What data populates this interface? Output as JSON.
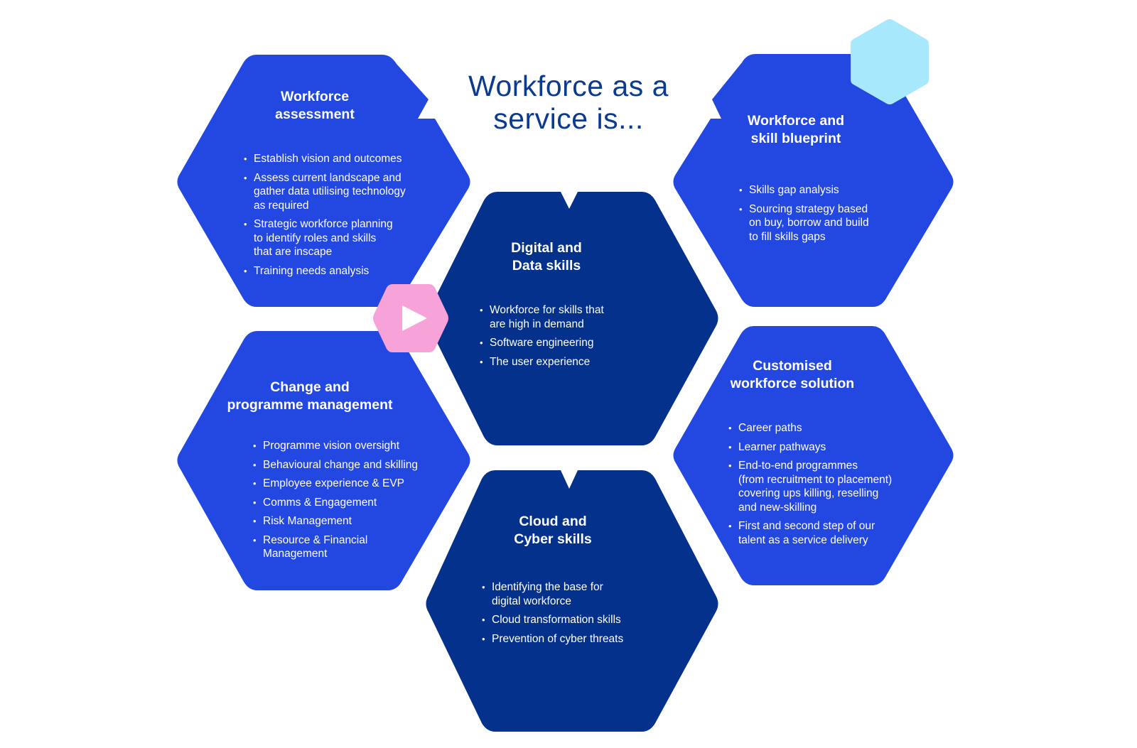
{
  "title": {
    "line1": "Workforce as a",
    "line2": "service is..."
  },
  "colors": {
    "bright_blue": "#2348e2",
    "dark_blue": "#04318c",
    "title_blue": "#0b3a8f",
    "pink": "#f7a3d9",
    "light_blue": "#a8e8fd"
  },
  "icons": {
    "play": "play-icon",
    "accent": "hexagon-accent"
  },
  "hexagons": {
    "assessment": {
      "title": "Workforce\nassessment",
      "items": [
        "Establish vision and outcomes",
        "Assess current landscape and\ngather data utilising technology\nas required",
        "Strategic workforce planning\nto identify roles and skills\nthat are inscape",
        "Training needs analysis"
      ]
    },
    "blueprint": {
      "title": "Workforce and\nskill blueprint",
      "items": [
        "Skills gap analysis",
        "Sourcing strategy based\non buy, borrow and build\nto fill skills gaps"
      ]
    },
    "digital": {
      "title": "Digital and\nData skills",
      "items": [
        "Workforce for skills that\nare high in demand",
        "Software engineering",
        "The user experience"
      ]
    },
    "change": {
      "title": "Change and\nprogramme management",
      "items": [
        "Programme vision oversight",
        "Behavioural change and skilling",
        "Employee experience & EVP",
        "Comms & Engagement",
        "Risk Management",
        "Resource & Financial\nManagement"
      ]
    },
    "custom": {
      "title": "Customised\nworkforce solution",
      "items": [
        "Career paths",
        "Learner pathways",
        "End-to-end programmes\n(from recruitment to placement)\ncovering ups killing, reselling\nand new-skilling",
        "First and second step of our\ntalent as a service delivery"
      ]
    },
    "cloud": {
      "title": "Cloud and\nCyber skills",
      "items": [
        "Identifying the base for\ndigital workforce",
        "Cloud transformation skills",
        "Prevention of cyber threats"
      ]
    }
  }
}
